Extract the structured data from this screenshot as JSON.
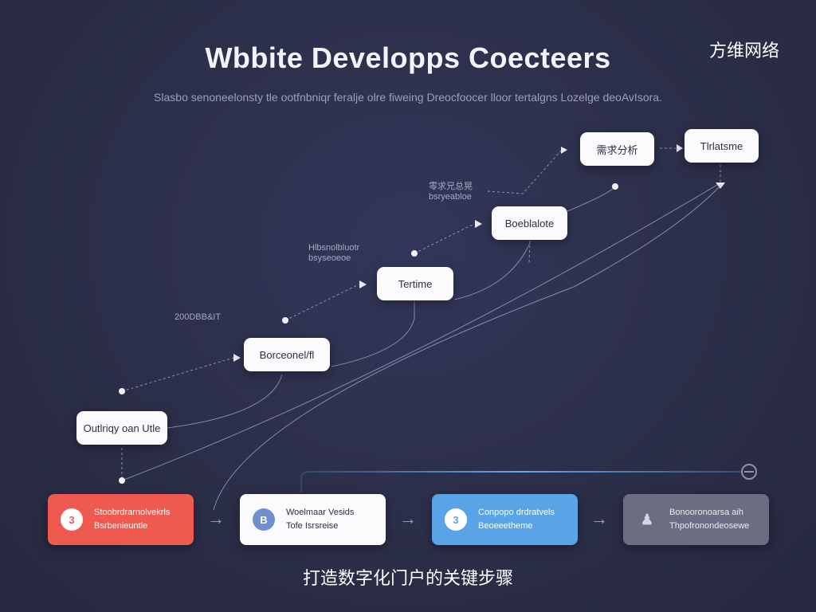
{
  "header": {
    "title": "Wbbite Developps Coecteers",
    "subtitle": "Slasbo senoneelonsty tle ootfnbniqr feralje olre fiweing Dreocfoocer lloor tertalgns Lozelge deoAvIsora.",
    "brand": "方维网络"
  },
  "nodes": [
    {
      "id": "n1",
      "label": "Outlriqy oan Utle"
    },
    {
      "id": "n2",
      "label": "Borceonel/fl"
    },
    {
      "id": "n3",
      "label": "Tertime"
    },
    {
      "id": "n4",
      "label": "Boeblalote"
    },
    {
      "id": "n5",
      "label": "需求分析"
    },
    {
      "id": "n6",
      "label": "Tlrlatsme"
    }
  ],
  "notes": [
    {
      "id": "note1",
      "text": "200DBB&IT"
    },
    {
      "id": "note2",
      "text": "Hlbsnolbluotr\nbsyseoeoe"
    },
    {
      "id": "note3",
      "text": "零求兄总晃\nbsryeabloe"
    }
  ],
  "cards": [
    {
      "id": "c1",
      "icon": "3",
      "line1": "Stoobrdrarnolvekrls",
      "line2": "Bsrbenieuntle",
      "bg": "#ef5a50"
    },
    {
      "id": "c2",
      "icon": "B",
      "line1": "Woelmaar Vesids",
      "line2": "Tofe Isrsreise",
      "bg": "#fbfbfd"
    },
    {
      "id": "c3",
      "icon": "3",
      "line1": "Conpopo drdratvels",
      "line2": "Beoeeetheme",
      "bg": "#5aa3e6"
    },
    {
      "id": "c4",
      "icon": "♟",
      "line1": "Bonooronoarsa aih",
      "line2": "Thpofronondeosewe",
      "bg": "#6b6e82"
    }
  ],
  "caption": "打造数字化门户的关键步骤",
  "colors": {
    "background": "#2c2f48",
    "accent_blue": "#5aa3e6",
    "accent_red": "#ef5a50",
    "muted_gray": "#6b6e82"
  }
}
